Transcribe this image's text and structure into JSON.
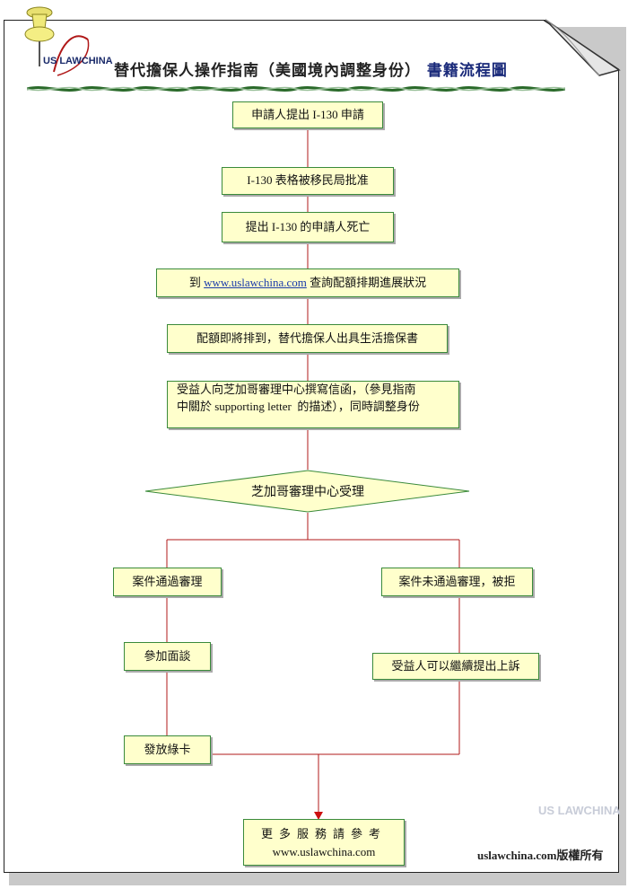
{
  "header": {
    "title": "替代擔保人操作指南（美國境內調整身份）",
    "title_accent": "書籍流程圖",
    "logo_text": "US LAWCHINA"
  },
  "nodes": {
    "n1": "申請人提出 I-130 申請",
    "n2": "I-130 表格被移民局批准",
    "n3": "提出 I-130 的申請人死亡",
    "n4_prefix": "到 ",
    "n4_link": "www.uslawchina.com",
    "n4_suffix": " 查詢配額排期進展狀況",
    "n5": "配額即將排到，替代擔保人出具生活擔保書",
    "n6_line1": "受益人向芝加哥審理中心撰寫信函，（參見指南",
    "n6_line2": "中關於 supporting letter  的描述），同時調整身份",
    "decision": "芝加哥審理中心受理",
    "approved": "案件通過審理",
    "interview": "參加面談",
    "green_card": "發放綠卡",
    "rejected": "案件未通過審理，被拒",
    "appeal": "受益人可以繼續提出上訴"
  },
  "footer": {
    "more_line": "更多服務請參考",
    "site": "www.uslawchina.com",
    "copyright": "uslawchina.com版權所有",
    "watermark": "US LAWCHINA"
  },
  "colors": {
    "box_fill": "#ffffcc",
    "box_border": "#3a8a3a",
    "connector": "#b01818",
    "accent": "#1a2a7a"
  }
}
